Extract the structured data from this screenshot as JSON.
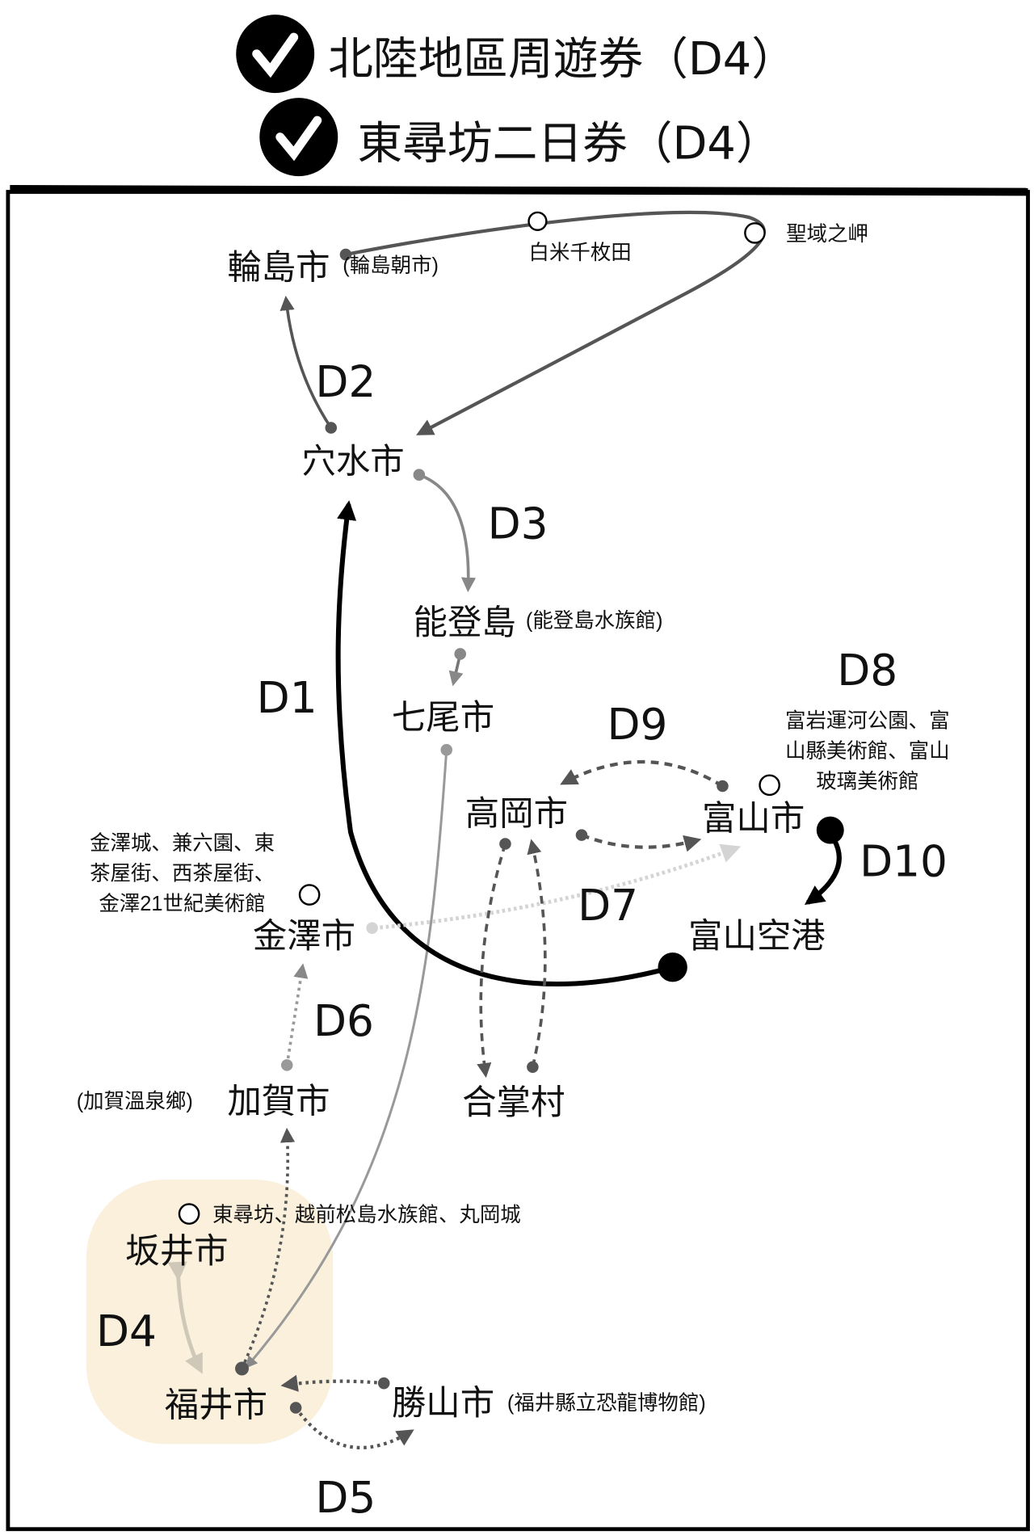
{
  "titles": [
    {
      "text": "北陸地區周遊券（D4）",
      "checked": true
    },
    {
      "text": "東尋坊二日券（D4）",
      "checked": true
    }
  ],
  "places": {
    "wajima": "輪島市",
    "wajima_note": "(輪島朝市)",
    "shiroyone": "白米千枚田",
    "seiiki": "聖域之岬",
    "anamizu": "穴水市",
    "notojima": "能登島",
    "notojima_note": "(能登島水族館)",
    "nanao": "七尾市",
    "takaoka": "高岡市",
    "toyama": "富山市",
    "toyama_notes": [
      "富岩運河公園、富",
      "山縣美術館、富山",
      "玻璃美術館"
    ],
    "toyama_airport": "富山空港",
    "kanazawa": "金澤市",
    "kanazawa_notes": [
      "金澤城、兼六園、東",
      "茶屋街、西茶屋街、",
      "金澤21世紀美術館"
    ],
    "gassho": "合掌村",
    "kaga": "加賀市",
    "kaga_note": "(加賀溫泉鄉)",
    "sakai_note": "東尋坊、越前松島水族館、丸岡城",
    "sakai": "坂井市",
    "fukui": "福井市",
    "katsuyama": "勝山市",
    "katsuyama_note": "(福井縣立恐龍博物館)"
  },
  "days": [
    "D1",
    "D2",
    "D3",
    "D4",
    "D5",
    "D6",
    "D7",
    "D8",
    "D9",
    "D10"
  ],
  "colors": {
    "highlight": "#faf0dc",
    "ink": "#111111"
  }
}
